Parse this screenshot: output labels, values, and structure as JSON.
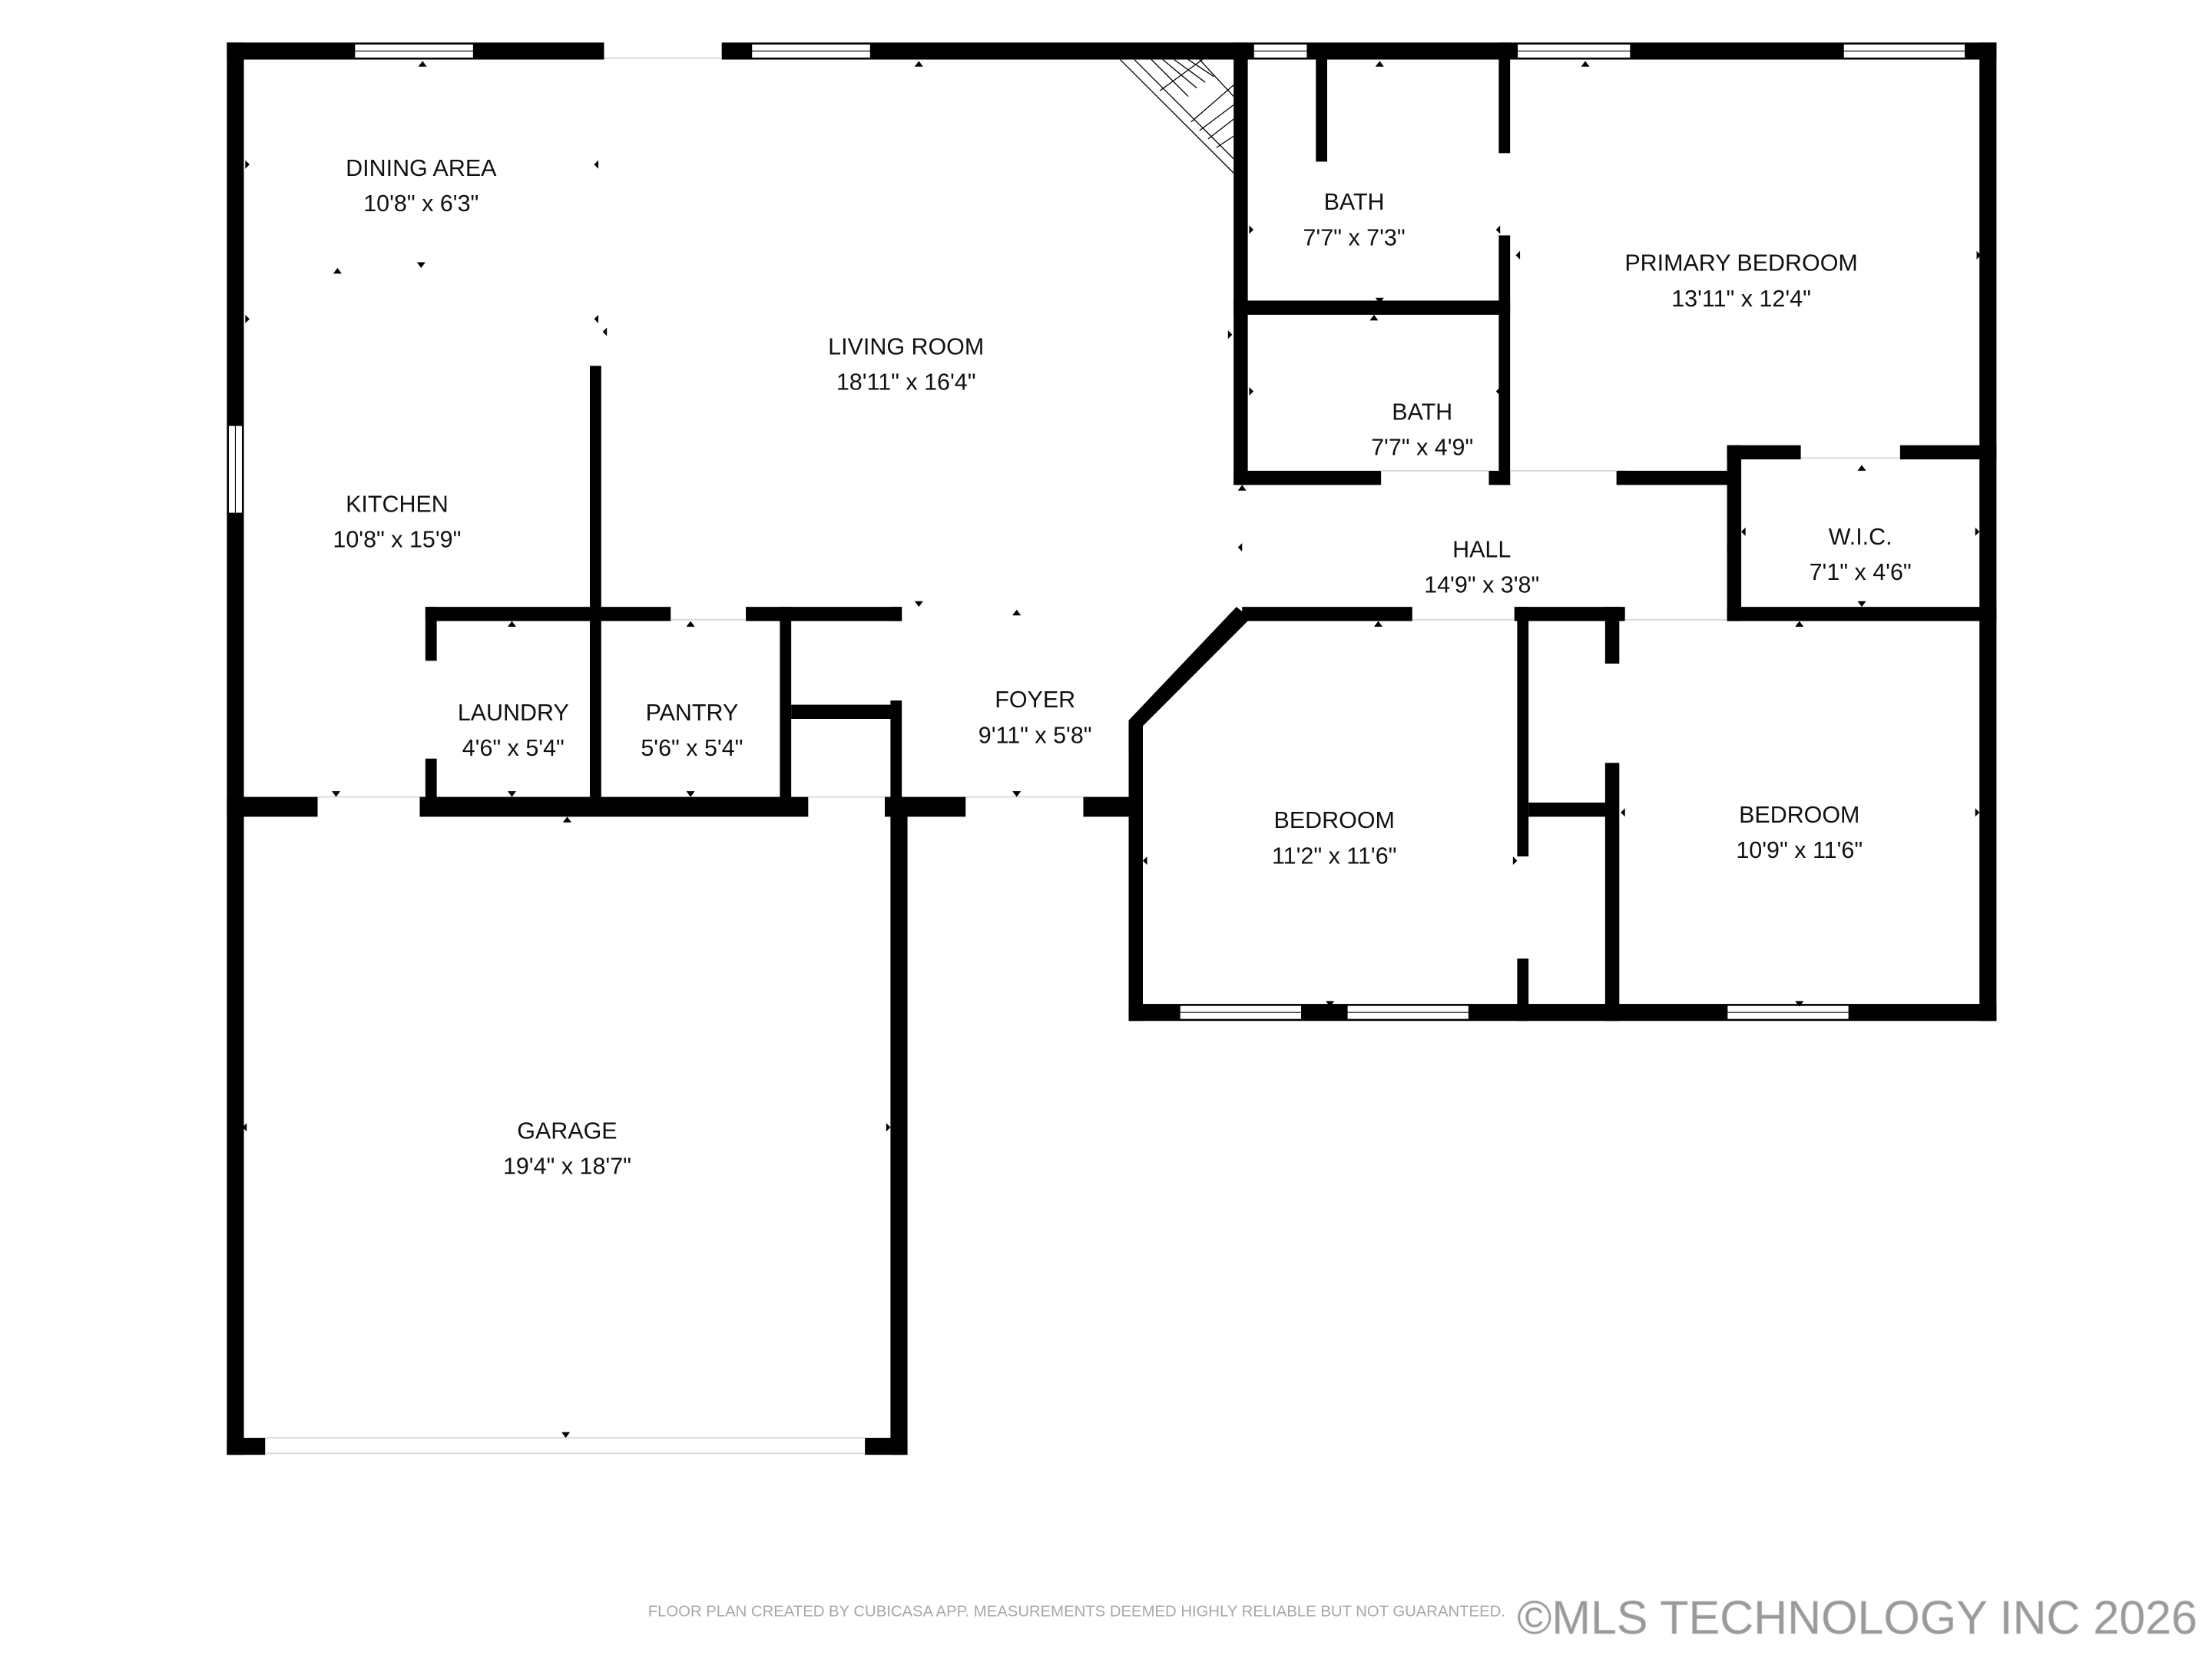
{
  "floor_plan": {
    "rooms": [
      {
        "id": "dining-area",
        "name": "DINING AREA",
        "dims": "10'8\" x 6'3\""
      },
      {
        "id": "living-room",
        "name": "LIVING ROOM",
        "dims": "18'11\" x 16'4\""
      },
      {
        "id": "kitchen",
        "name": "KITCHEN",
        "dims": "10'8\" x 15'9\""
      },
      {
        "id": "laundry",
        "name": "LAUNDRY",
        "dims": "4'6\" x 5'4\""
      },
      {
        "id": "pantry",
        "name": "PANTRY",
        "dims": "5'6\" x 5'4\""
      },
      {
        "id": "foyer",
        "name": "FOYER",
        "dims": "9'11\" x 5'8\""
      },
      {
        "id": "bath-1",
        "name": "BATH",
        "dims": "7'7\" x 7'3\""
      },
      {
        "id": "bath-2",
        "name": "BATH",
        "dims": "7'7\" x 4'9\""
      },
      {
        "id": "primary-bedroom",
        "name": "PRIMARY BEDROOM",
        "dims": "13'11\" x 12'4\""
      },
      {
        "id": "hall",
        "name": "HALL",
        "dims": "14'9\" x 3'8\""
      },
      {
        "id": "wic",
        "name": "W.I.C.",
        "dims": "7'1\" x 4'6\""
      },
      {
        "id": "bedroom-1",
        "name": "BEDROOM",
        "dims": "11'2\" x 11'6\""
      },
      {
        "id": "bedroom-2",
        "name": "BEDROOM",
        "dims": "10'9\" x 11'6\""
      },
      {
        "id": "garage",
        "name": "GARAGE",
        "dims": "19'4\" x 18'7\""
      }
    ]
  },
  "footer": {
    "disclaimer": "FLOOR PLAN CREATED BY CUBICASA APP. MEASUREMENTS DEEMED HIGHLY RELIABLE BUT NOT GUARANTEED.",
    "copyright": "©MLS TECHNOLOGY INC 2026"
  },
  "colors": {
    "wall": "#000000",
    "background": "#ffffff",
    "watermark": "#9a9a9a"
  }
}
